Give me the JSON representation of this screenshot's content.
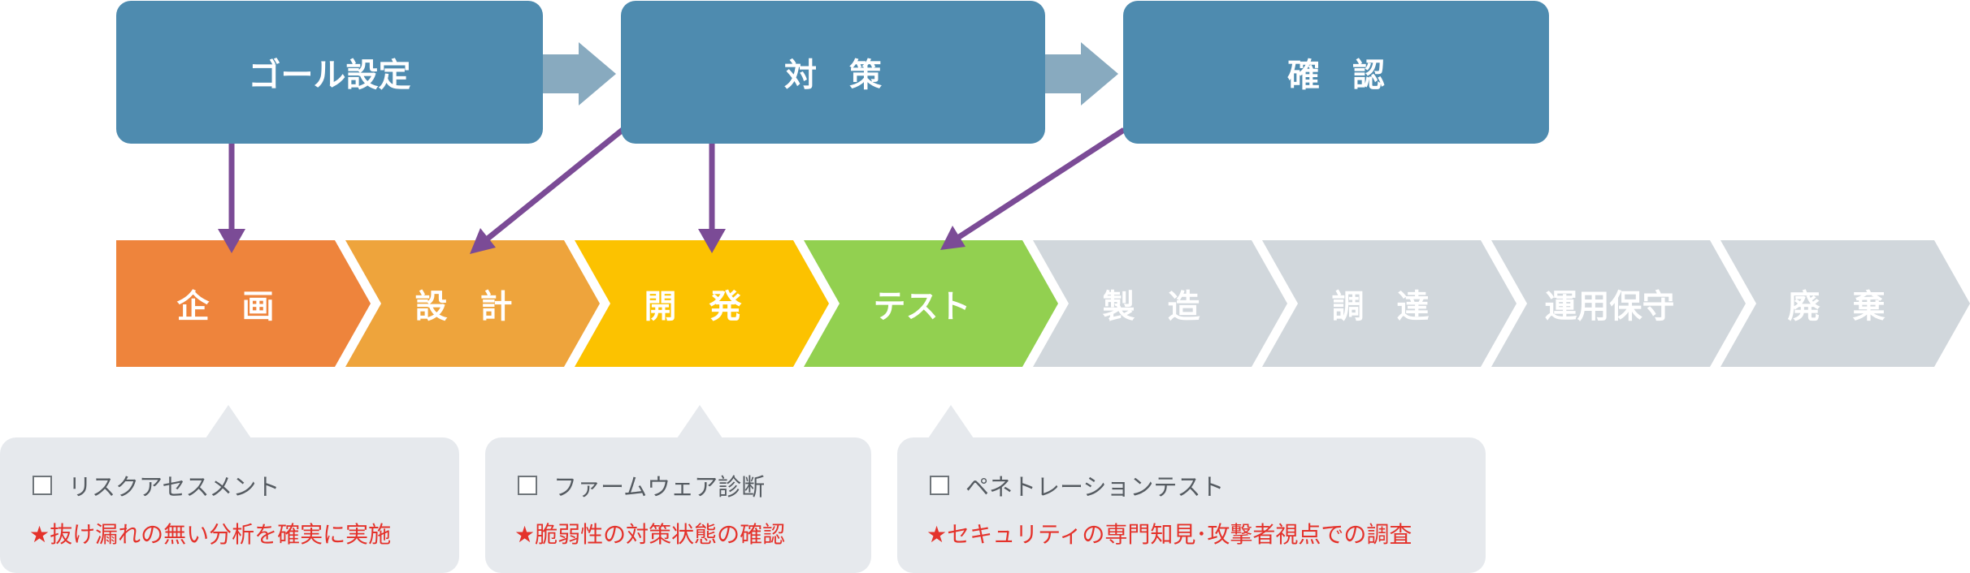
{
  "goals": [
    {
      "label": "ゴール設定"
    },
    {
      "label": "対　策"
    },
    {
      "label": "確　認"
    }
  ],
  "stages": [
    {
      "label": "企　画",
      "color": "#ee843c"
    },
    {
      "label": "設　計",
      "color": "#eea43c"
    },
    {
      "label": "開　発",
      "color": "#fcc200"
    },
    {
      "label": "テスト",
      "color": "#92d050"
    },
    {
      "label": "製　造",
      "color": "#d1d7dc"
    },
    {
      "label": "調　達",
      "color": "#d1d7dc"
    },
    {
      "label": "運用保守",
      "color": "#d1d7dc"
    },
    {
      "label": "廃　棄",
      "color": "#d1d7dc"
    }
  ],
  "callouts": [
    {
      "item": "リスクアセスメント",
      "note": "★抜け漏れの無い分析を確実に実施"
    },
    {
      "item": "ファームウェア診断",
      "note": "★脆弱性の対策状態の確認"
    },
    {
      "item": "ペネトレーションテスト",
      "note": "★セキュリティの専門知見･攻撃者視点での調査"
    }
  ],
  "colors": {
    "goal_box": "#4e8baf",
    "goal_arrow": "#88aabf",
    "link_arrow": "#7b4b96",
    "callout_bg": "#e6e9ed",
    "note_text": "#e4322b"
  }
}
